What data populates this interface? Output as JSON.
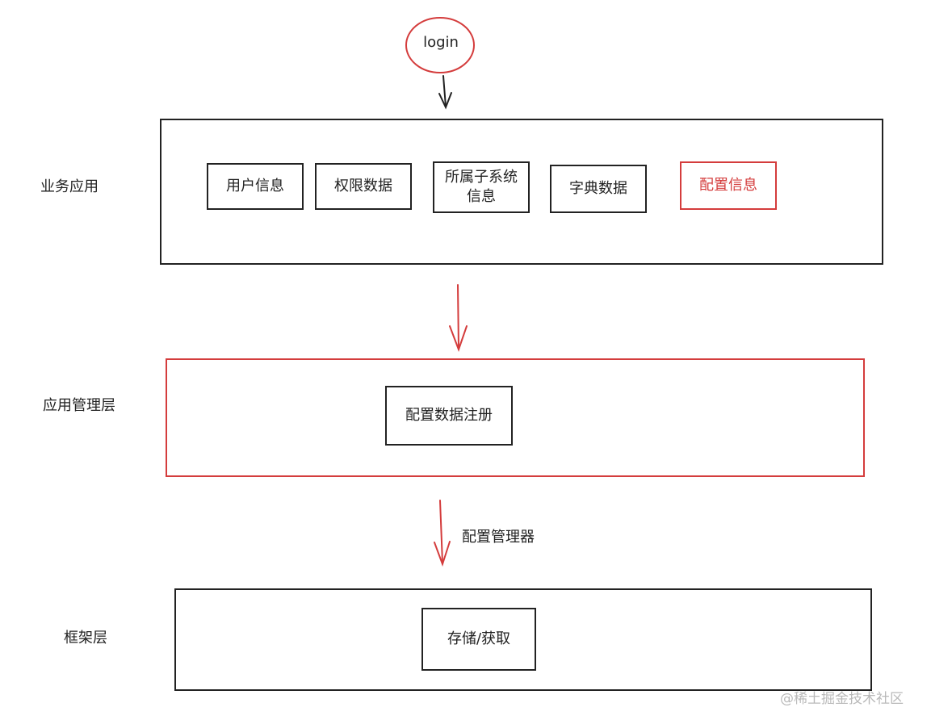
{
  "start_node": {
    "label": "login"
  },
  "layers": {
    "business": {
      "label": "业务应用",
      "items": [
        {
          "label": "用户信息"
        },
        {
          "label": "权限数据"
        },
        {
          "label": "所属子系统",
          "label_line2": "信息"
        },
        {
          "label": "字典数据"
        },
        {
          "label": "配置信息"
        }
      ]
    },
    "management": {
      "label": "应用管理层",
      "item": {
        "label": "配置数据注册"
      }
    },
    "framework": {
      "label": "框架层",
      "item": {
        "label": "存储/获取"
      }
    }
  },
  "edges": {
    "management_to_framework": {
      "label": "配置管理器"
    }
  },
  "watermark": "@稀土掘金技术社区",
  "colors": {
    "ink": "#222222",
    "highlight": "#d43c3c",
    "watermark": "#b9b9b9"
  }
}
